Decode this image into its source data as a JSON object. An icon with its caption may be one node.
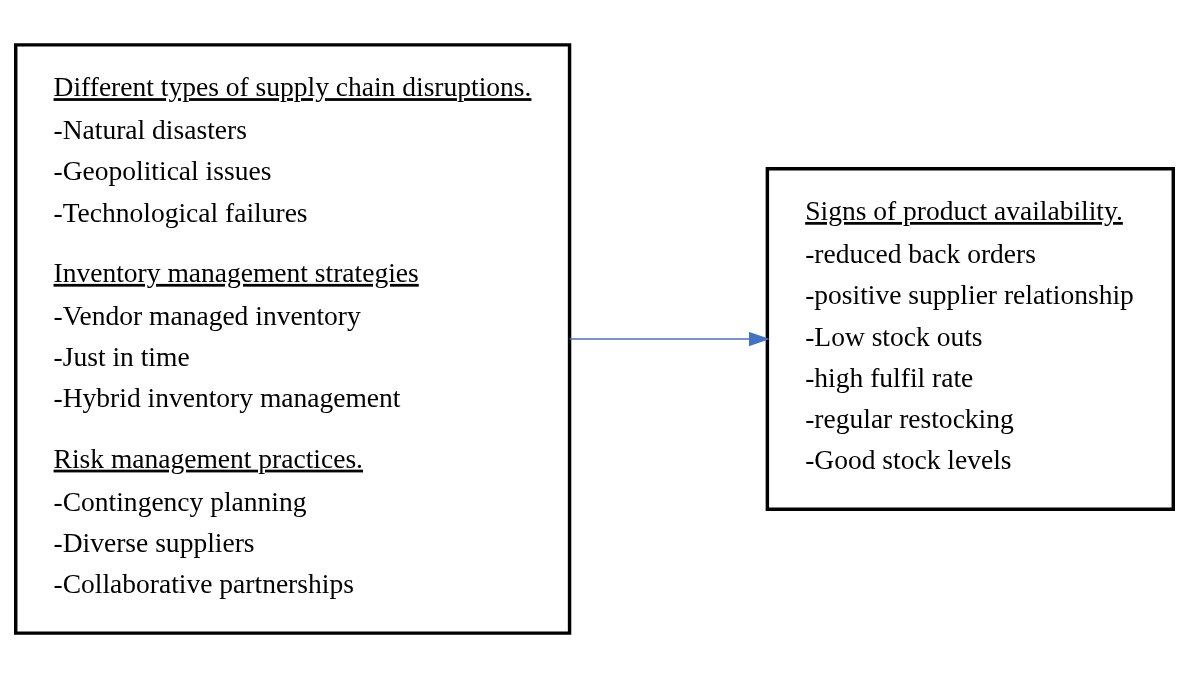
{
  "diagram": {
    "nodes": [
      {
        "text": [
          "Different types of supply chain disruptions.",
          "-Natural disasters",
          "-Geopolitical issues",
          "-Technological failures",
          "Inventory management strategies",
          "-Vendor managed inventory",
          "-Just in time",
          "-Hybrid inventory management",
          "Risk management practices.",
          "-Contingency planning",
          "-Diverse suppliers",
          "-Collaborative partnerships"
        ]
      },
      {
        "text": [
          "Signs of product availability.",
          "-reduced back orders",
          "-positive supplier relationship",
          "-Low stock outs",
          "-high fulfil rate",
          "-regular restocking",
          "-Good stock levels"
        ]
      }
    ],
    "edges": [
      {
        "from": 0,
        "to": 1,
        "arrow": "to",
        "color": "#4472c4"
      }
    ]
  }
}
